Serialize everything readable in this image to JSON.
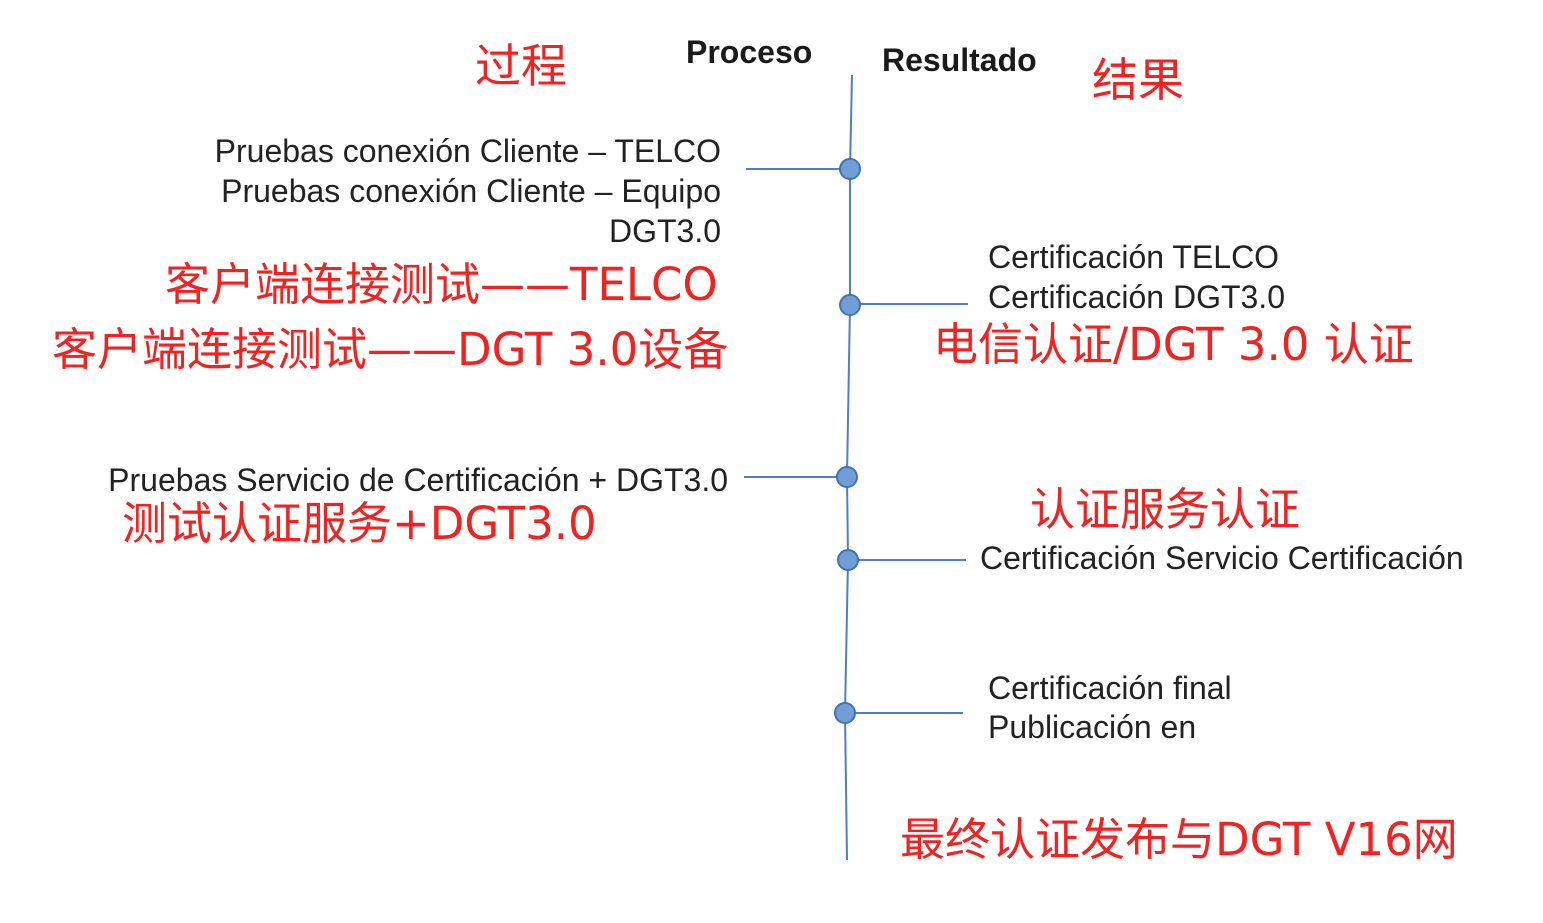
{
  "headers": {
    "process": "Proceso",
    "result": "Resultado",
    "process_zh": "过程",
    "result_zh": "结果"
  },
  "process_steps": [
    {
      "lines": [
        "Pruebas conexión Cliente – TELCO",
        "Pruebas conexión Cliente – Equipo",
        "DGT3.0"
      ],
      "zh": [
        "客户端连接测试——TELCO",
        "客户端连接测试——DGT 3.0设备"
      ]
    },
    {
      "lines": [
        "Pruebas Servicio de Certificación + DGT3.0"
      ],
      "zh": [
        "测试认证服务+DGT3.0"
      ]
    }
  ],
  "results": [
    {
      "lines": [
        "Certificación TELCO",
        "Certificación DGT3.0"
      ],
      "zh": "电信认证/DGT 3.0 认证"
    },
    {
      "lines": [
        "Certificación Servicio Certificación"
      ],
      "zh": "认证服务认证"
    },
    {
      "lines": [
        "Certificación final",
        "Publicación en"
      ],
      "zh": "最终认证发布与DGT V16网"
    }
  ],
  "colors": {
    "annotation_red": "#f52020",
    "timeline_line": "#4f7fbd",
    "node_fill": "#6f9fd6",
    "node_stroke": "#4472b0",
    "text": "#222222"
  }
}
